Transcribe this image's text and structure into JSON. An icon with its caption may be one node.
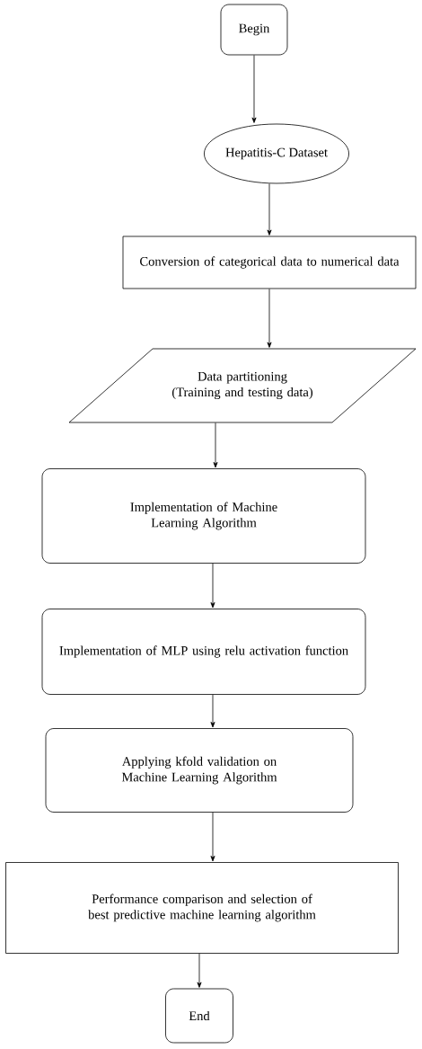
{
  "diagram": {
    "nodes": [
      {
        "text": [
          "Begin"
        ]
      },
      {
        "text": [
          "Hepatitis-C Dataset"
        ]
      },
      {
        "text": [
          "Conversion of categorical data to numerical data"
        ]
      },
      {
        "text": [
          "Data partitioning",
          "(Training and testing data)"
        ]
      },
      {
        "text": [
          "Implementation of Machine Learning Algorithm"
        ]
      },
      {
        "text": [
          "Implementation of MLP using relu activation function"
        ]
      },
      {
        "text": [
          "Applying kfold validation on Machine Learning Algorithm"
        ]
      },
      {
        "text": [
          "Performance comparison and selection of best predictive machine learning algorithm"
        ]
      },
      {
        "text": [
          "End"
        ]
      }
    ],
    "edges": [
      {
        "from": 0,
        "to": 1,
        "arrow": "to"
      },
      {
        "from": 1,
        "to": 2,
        "arrow": "to"
      },
      {
        "from": 2,
        "to": 3,
        "arrow": "to"
      },
      {
        "from": 3,
        "to": 4,
        "arrow": "to"
      },
      {
        "from": 4,
        "to": 5,
        "arrow": "to"
      },
      {
        "from": 5,
        "to": 6,
        "arrow": "to"
      },
      {
        "from": 6,
        "to": 7,
        "arrow": "to"
      },
      {
        "from": 7,
        "to": 8,
        "arrow": "to"
      }
    ]
  }
}
